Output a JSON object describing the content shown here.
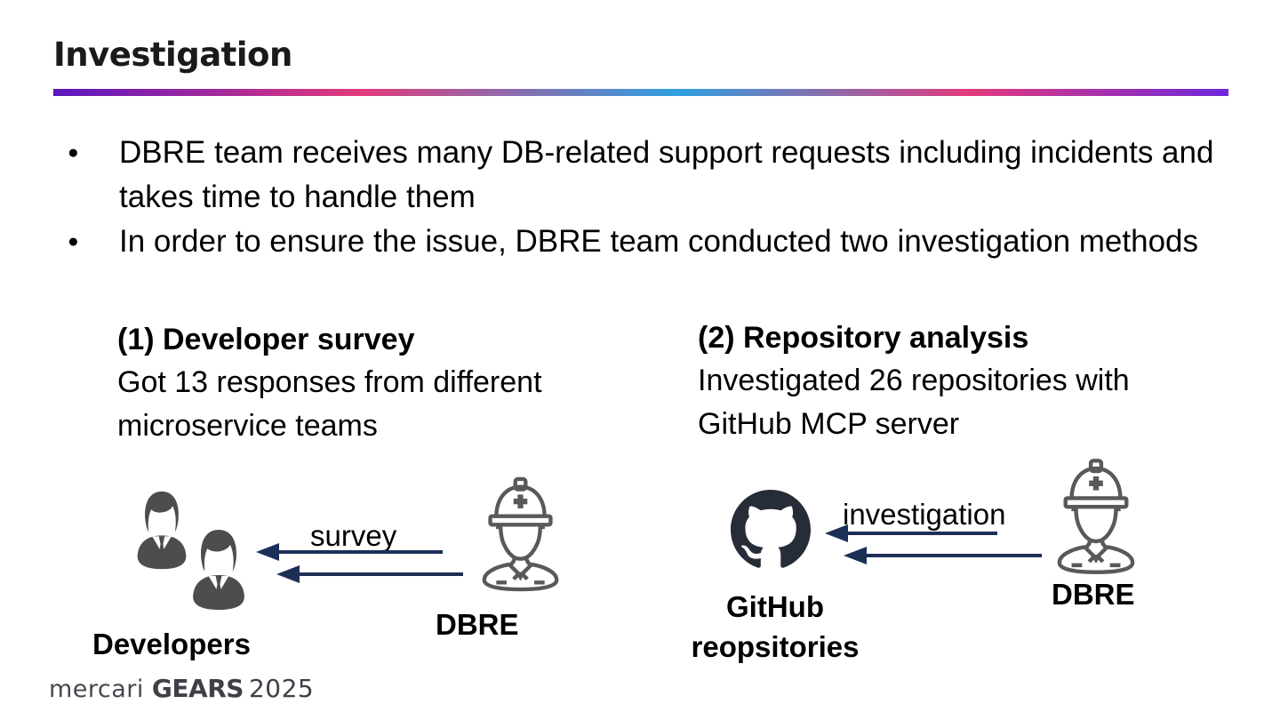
{
  "slide": {
    "title": "Investigation",
    "bullet_glyph": "●",
    "bullets": [
      "DBRE team receives many DB-related support requests including incidents and\ntakes time to handle them",
      "In order to ensure the issue, DBRE team conducted two investigation methods"
    ],
    "methods": [
      {
        "heading": "(1) Developer survey",
        "body": "Got 13 responses from different\nmicroservice teams"
      },
      {
        "heading": "(2) Repository analysis",
        "body": "Investigated 26 repositories with\nGitHub MCP server"
      }
    ],
    "diagram_left": {
      "arrow_label": "survey",
      "actor_left": "Developers",
      "actor_right": "DBRE"
    },
    "diagram_right": {
      "arrow_label": "investigation",
      "actor_left": "GitHub\nreopsitories",
      "actor_right": "DBRE"
    },
    "footer": {
      "brand": "mercari",
      "event": "GEARS",
      "year": "2025"
    },
    "icons": {
      "developers": "two-people-icon",
      "dbre": "construction-worker-icon",
      "github": "github-octocat-icon"
    },
    "colors": {
      "accent_gradient": [
        "#5b16be",
        "#e23a7c",
        "#2fa0e0",
        "#e23a7c",
        "#6d28d9"
      ],
      "arrow": "#1c2f57",
      "person_fill": "#4d4d4d",
      "worker_stroke": "#595959",
      "github": "#262c38"
    }
  }
}
